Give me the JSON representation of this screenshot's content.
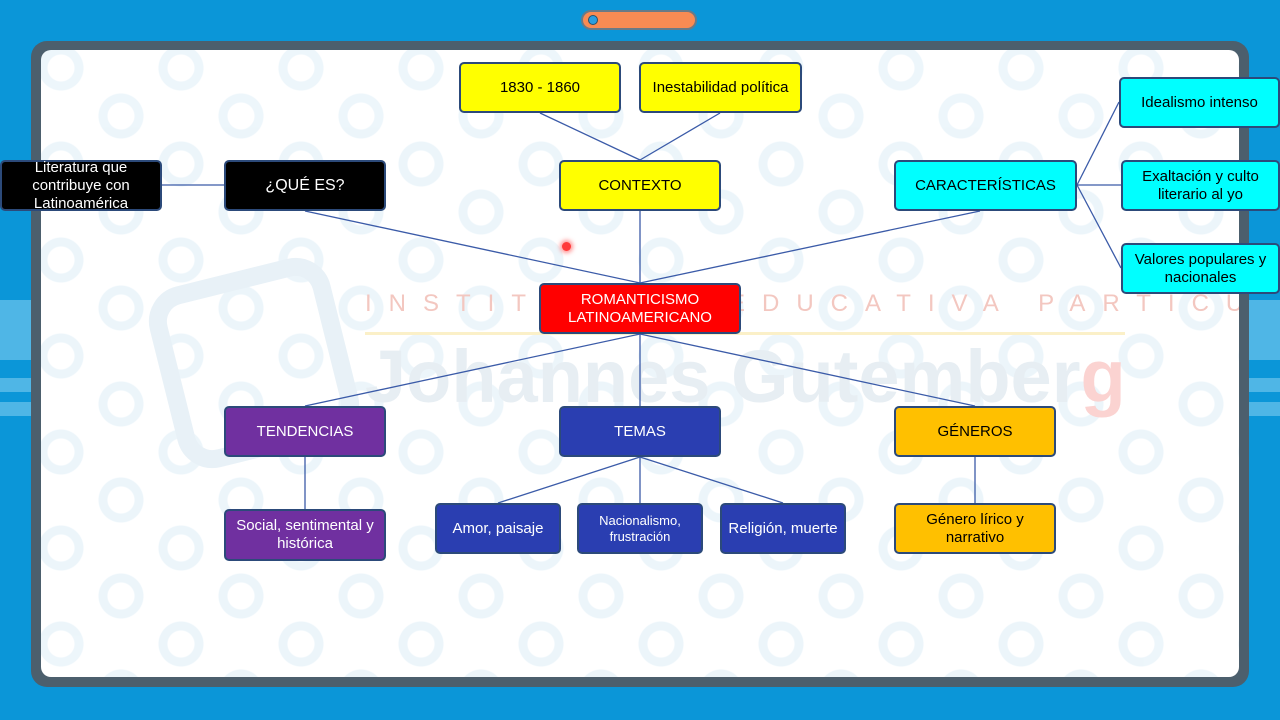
{
  "watermark": {
    "line1": "INSTITUCIÓN EDUCATIVA PARTICULAR",
    "line2_main": "Johannes Gutember",
    "line2_end": "g"
  },
  "colors": {
    "background": "#0b96d8",
    "yellow": "#ffff00",
    "cyan": "#00ffff",
    "red": "#ff0000",
    "purple": "#7030a0",
    "blue": "#2a3eb1",
    "gold": "#ffc000",
    "black": "#000000",
    "link": "#3b5ba8"
  },
  "diagram": {
    "center": "ROMANTICISMO LATINOAMERICANO",
    "que_es": "¿QUÉ ES?",
    "que_es_def": "Literatura que contribuye con Latinoamérica",
    "contexto": "CONTEXTO",
    "contexto_items": [
      "1830 - 1860",
      "Inestabilidad política"
    ],
    "caracteristicas": "CARACTERÍSTICAS",
    "caracteristicas_items": [
      "Idealismo intenso",
      "Exaltación y culto literario al yo",
      "Valores populares y nacionales"
    ],
    "tendencias": "TENDENCIAS",
    "tendencias_item": "Social, sentimental y histórica",
    "temas": "TEMAS",
    "temas_items": [
      "Amor, paisaje",
      "Nacionalismo, frustración",
      "Religión, muerte"
    ],
    "generos": "GÉNEROS",
    "generos_item": "Género lírico y narrativo"
  }
}
